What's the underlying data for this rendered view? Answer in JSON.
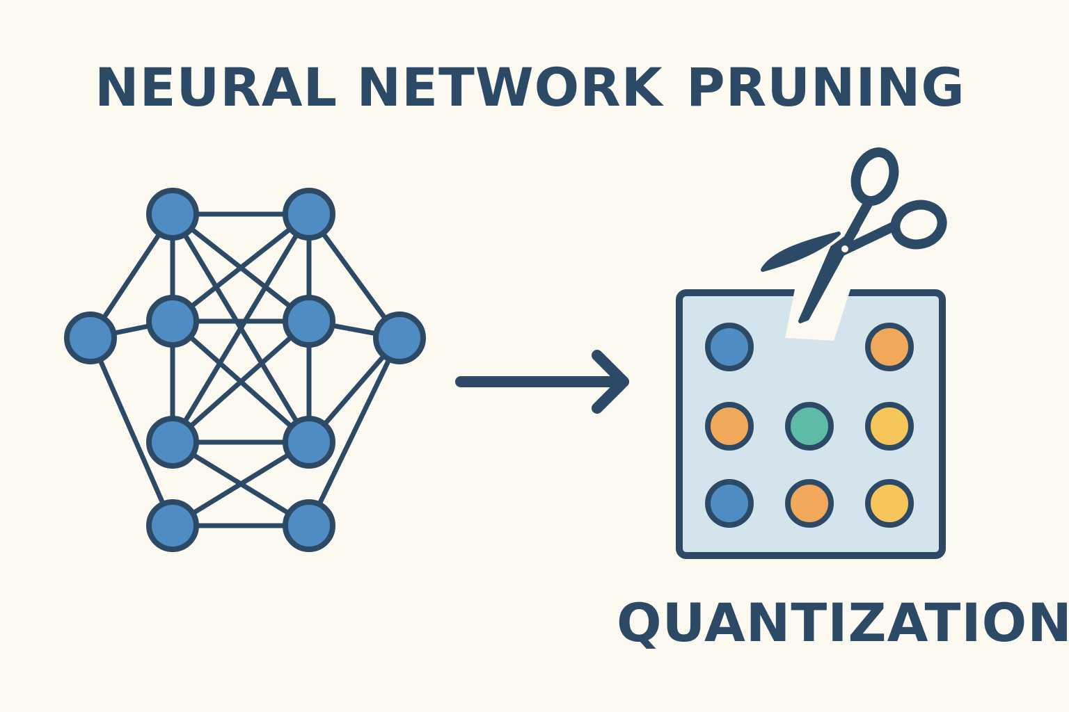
{
  "labels": {
    "neural_network": "NEURAL NETWORK",
    "pruning": "PRUNING",
    "quantization": "QUANTIZATION"
  },
  "colors": {
    "background": "#fcf9f1",
    "outline": "#2c4a66",
    "node_blue": "#4f8cc4",
    "node_orange": "#f2a85a",
    "node_teal": "#5dbba6",
    "node_yellow": "#f6c65a",
    "panel_fill": "#d3e4ec"
  },
  "icons": {
    "process_arrow": "arrow-right-icon",
    "cut_tool": "scissors-icon"
  },
  "quantized_grid": {
    "rows": [
      [
        "blue",
        "empty",
        "orange"
      ],
      [
        "orange",
        "teal",
        "yellow"
      ],
      [
        "blue",
        "orange",
        "yellow"
      ]
    ]
  }
}
